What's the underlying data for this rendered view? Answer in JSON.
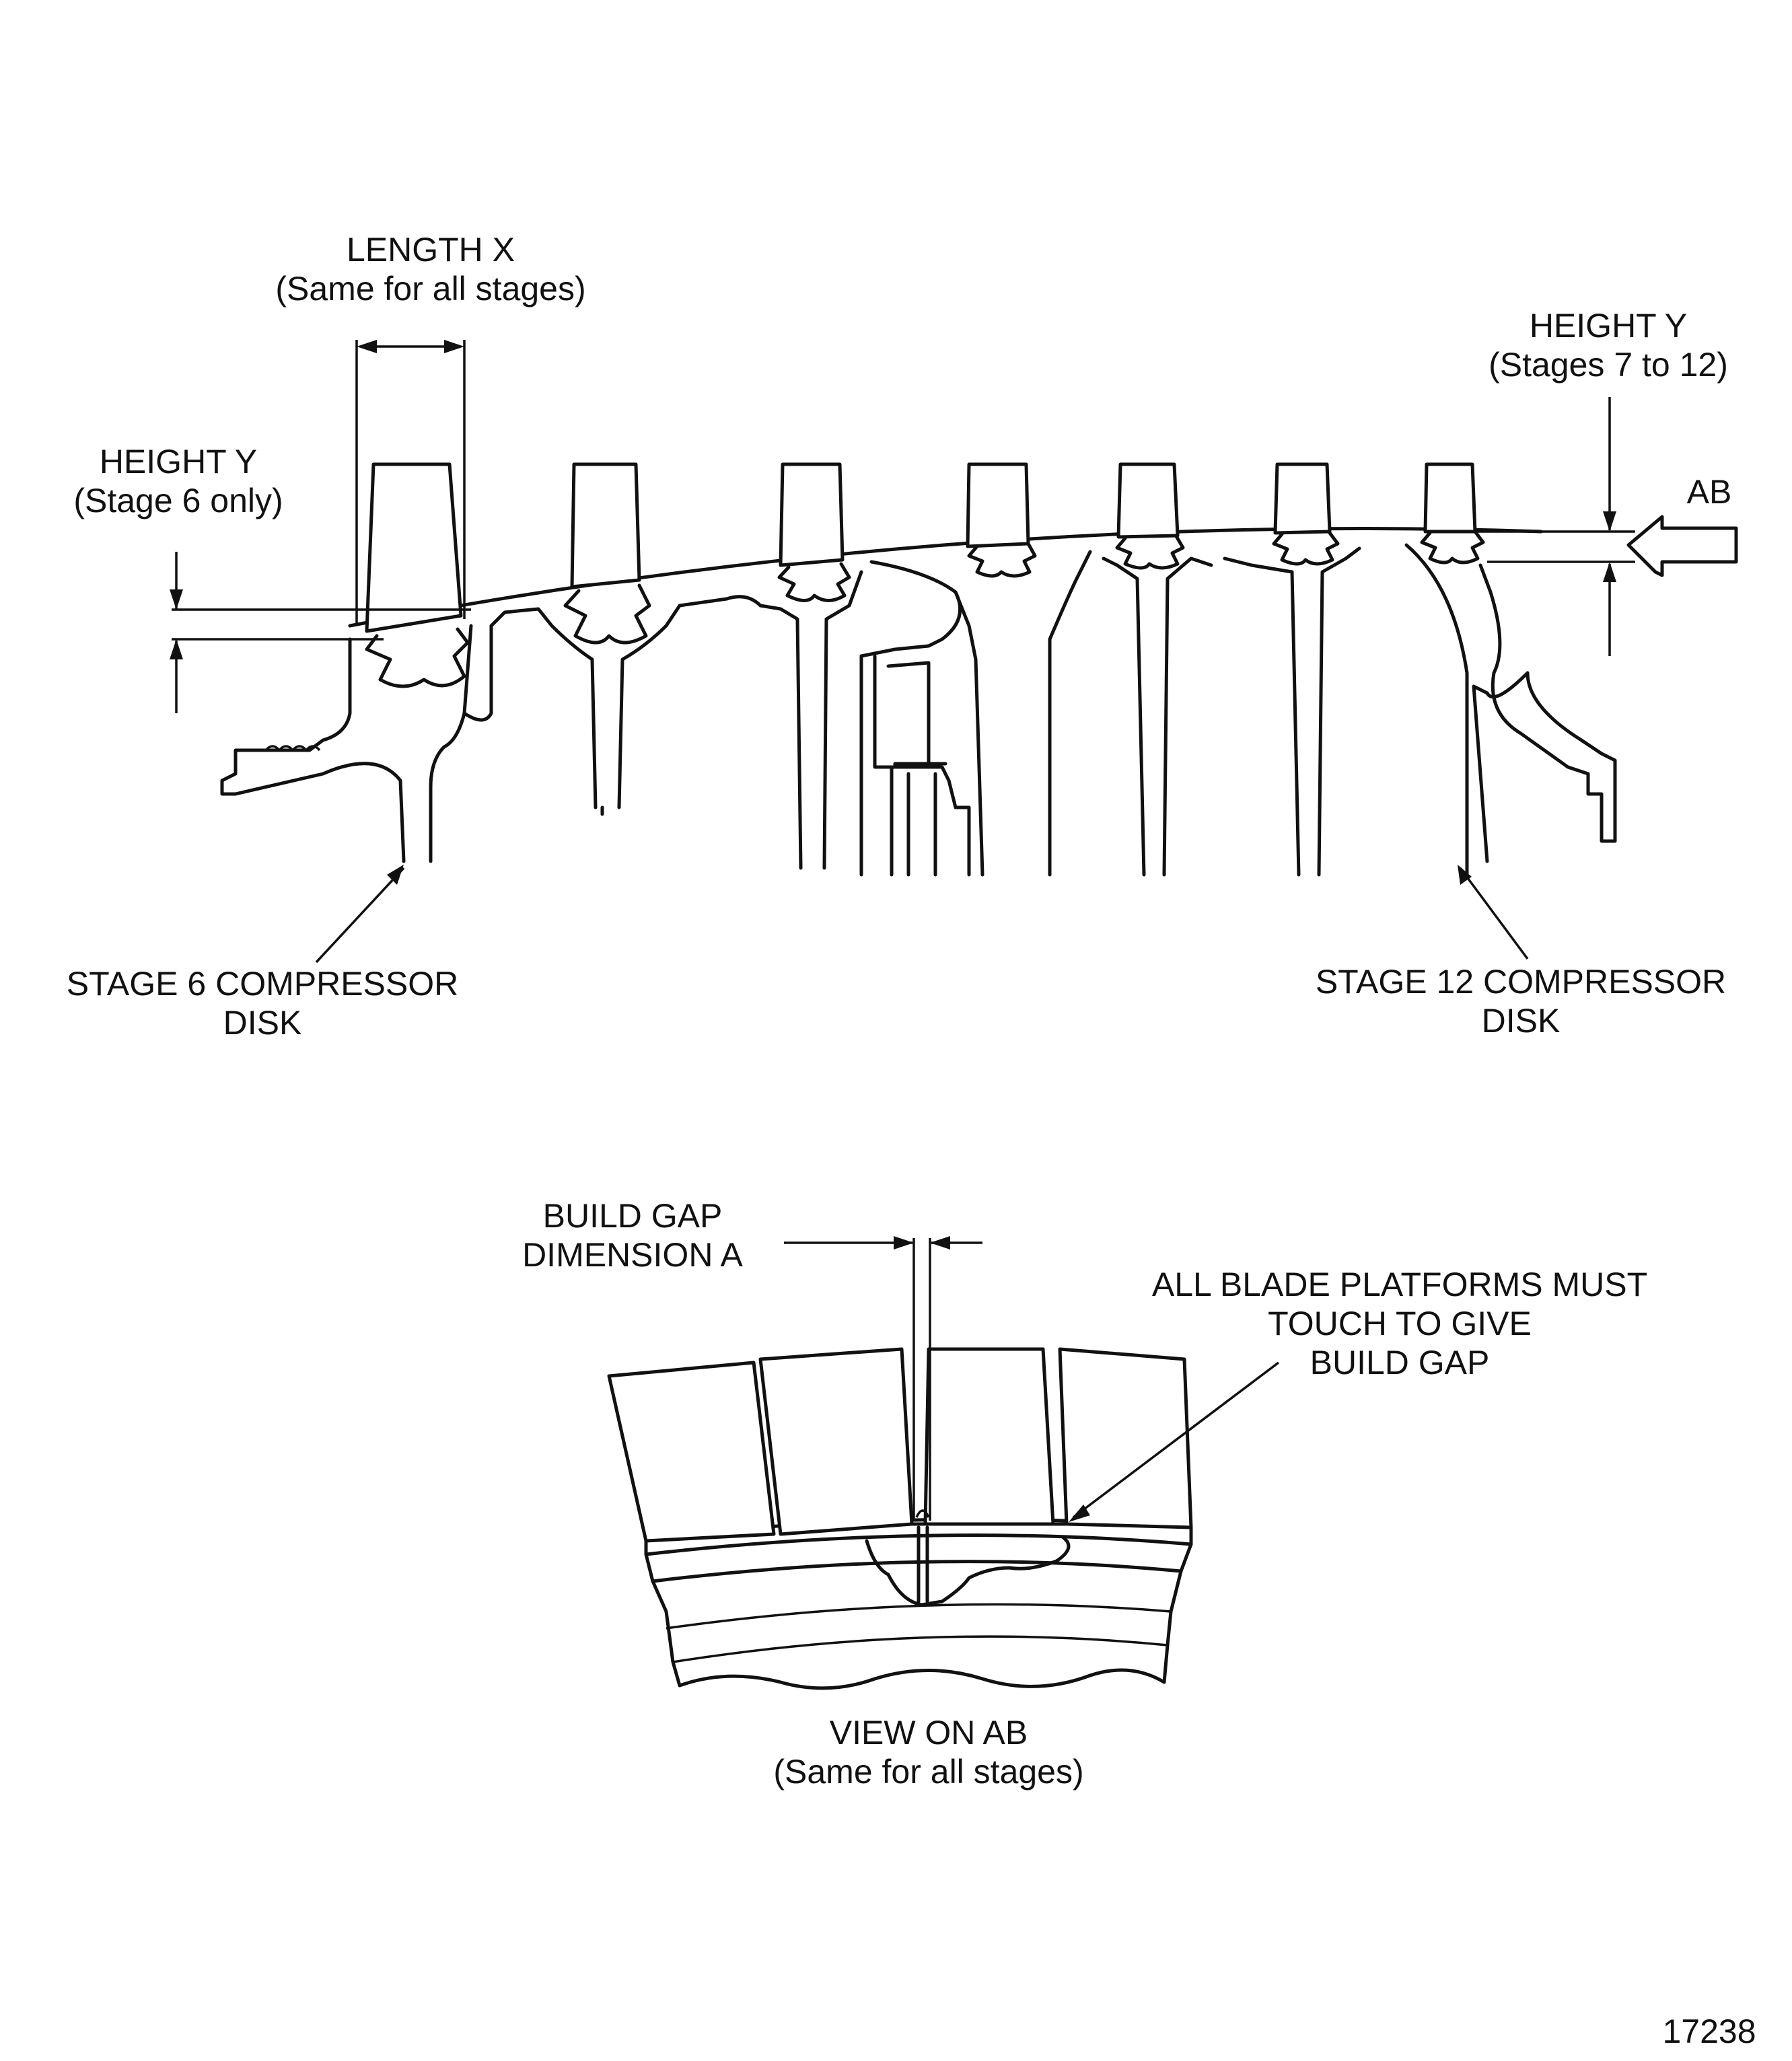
{
  "labels": {
    "length_x": [
      "LENGTH X",
      "(Same for all stages)"
    ],
    "height_y_stage6": [
      "HEIGHT Y",
      "(Stage 6 only)"
    ],
    "height_y_stages7to12": [
      "HEIGHT Y",
      "(Stages 7 to 12)"
    ],
    "ab": "AB",
    "stage6_disk": [
      "STAGE 6 COMPRESSOR",
      "DISK"
    ],
    "stage12_disk": [
      "STAGE 12 COMPRESSOR",
      "DISK"
    ],
    "build_gap": [
      "BUILD GAP",
      "DIMENSION A"
    ],
    "platforms_note": [
      "ALL BLADE  PLATFORMS  MUST",
      "TOUCH TO GIVE",
      "BUILD GAP"
    ],
    "view_on_ab": [
      "VIEW ON AB",
      "(Same for all stages)"
    ],
    "figure_number": "17238"
  },
  "colors": {
    "line": "#111111",
    "background": "#ffffff"
  }
}
